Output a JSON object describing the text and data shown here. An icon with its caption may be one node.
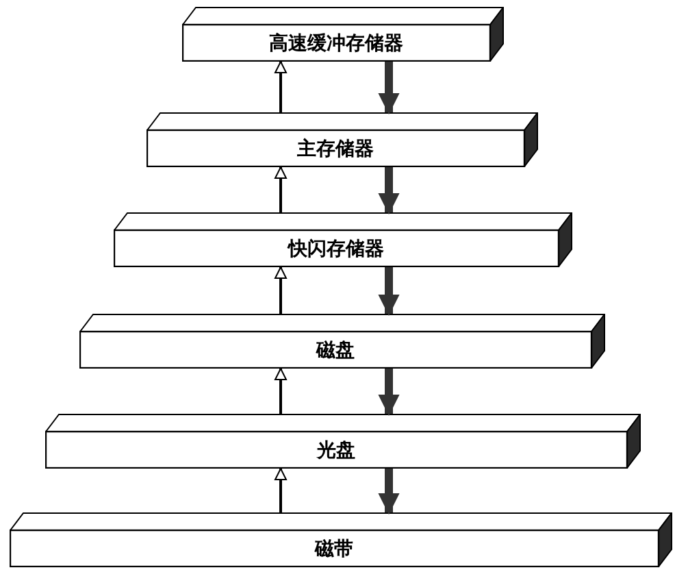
{
  "diagram": {
    "nodes": [
      {
        "text": [
          "高速缓冲存储器"
        ]
      },
      {
        "text": [
          "主存储器"
        ]
      },
      {
        "text": [
          "快闪存储器"
        ]
      },
      {
        "text": [
          "磁盘"
        ]
      },
      {
        "text": [
          "光盘"
        ]
      },
      {
        "text": [
          "磁带"
        ]
      }
    ],
    "edges": [
      {
        "from": 1,
        "to": 0,
        "arrow": "to"
      },
      {
        "from": 0,
        "to": 1,
        "arrow": "to",
        "style": "thick",
        "color": "#333333"
      },
      {
        "from": 2,
        "to": 1,
        "arrow": "to"
      },
      {
        "from": 1,
        "to": 2,
        "arrow": "to",
        "style": "thick",
        "color": "#333333"
      },
      {
        "from": 3,
        "to": 2,
        "arrow": "to"
      },
      {
        "from": 2,
        "to": 3,
        "arrow": "to",
        "style": "thick",
        "color": "#333333"
      },
      {
        "from": 4,
        "to": 3,
        "arrow": "to"
      },
      {
        "from": 3,
        "to": 4,
        "arrow": "to",
        "style": "thick",
        "color": "#333333"
      },
      {
        "from": 5,
        "to": 4,
        "arrow": "to"
      },
      {
        "from": 4,
        "to": 5,
        "arrow": "to",
        "style": "thick",
        "color": "#333333"
      }
    ]
  }
}
